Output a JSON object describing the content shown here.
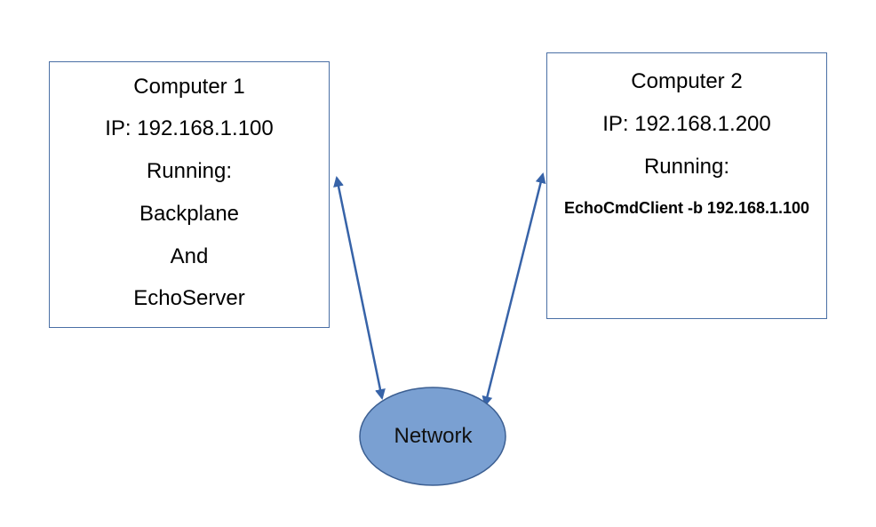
{
  "computer1": {
    "name": "Computer 1",
    "ip": "IP: 192.168.1.100",
    "running_label": "Running:",
    "processes": [
      "Backplane",
      "And",
      "EchoServer"
    ]
  },
  "computer2": {
    "name": "Computer 2",
    "ip": "IP: 192.168.1.200",
    "running_label": "Running:",
    "command": "EchoCmdClient -b 192.168.1.100"
  },
  "network": {
    "label": "Network"
  },
  "colors": {
    "box_border": "#4a6fa5",
    "network_fill": "#7aa0d2",
    "network_stroke": "#3c5f92",
    "arrow": "#3763a8"
  }
}
